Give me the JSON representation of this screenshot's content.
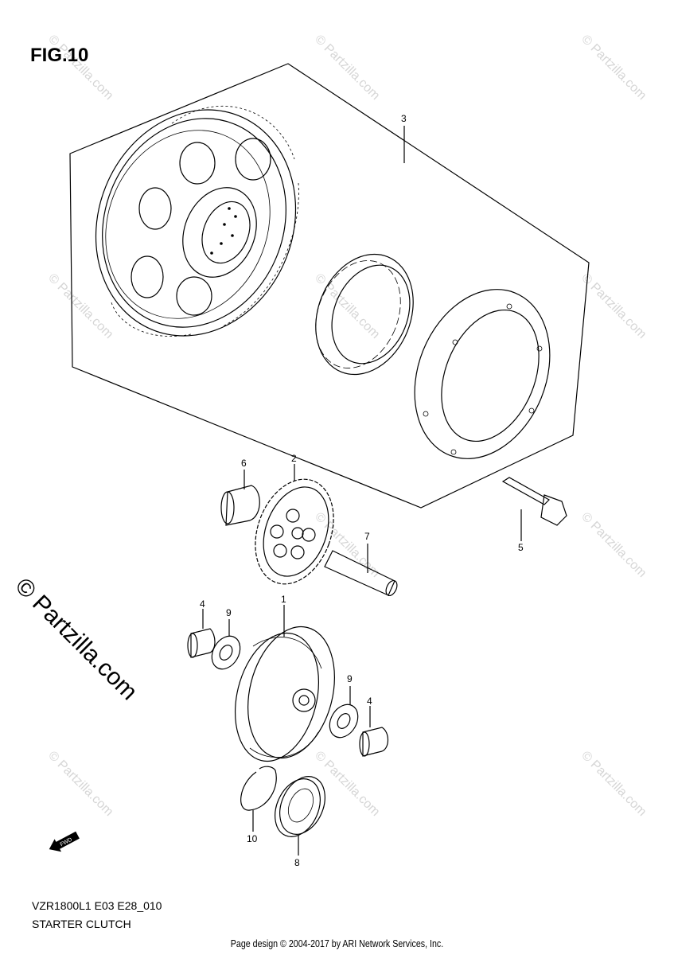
{
  "figure": {
    "title": "FIG.10"
  },
  "watermark": {
    "side_text": "© Partzilla.com",
    "tile_text": "© Partzilla.com"
  },
  "callouts": [
    {
      "number": "1"
    },
    {
      "number": "2"
    },
    {
      "number": "3"
    },
    {
      "number": "4"
    },
    {
      "number": "4"
    },
    {
      "number": "5"
    },
    {
      "number": "6"
    },
    {
      "number": "7"
    },
    {
      "number": "8"
    },
    {
      "number": "9"
    },
    {
      "number": "9"
    },
    {
      "number": "10"
    }
  ],
  "direction_arrow": {
    "label": "FWD"
  },
  "model_code": "VZR1800L1 E03 E28_010",
  "section_name": "STARTER CLUTCH",
  "footer": "Page design © 2004-2017 by ARI Network Services, Inc."
}
